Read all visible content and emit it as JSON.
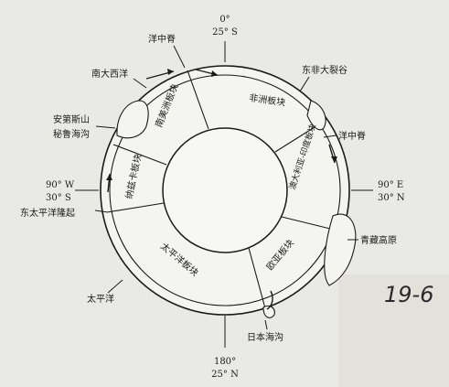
{
  "labels": {
    "top_coord_a": "0°",
    "top_coord_b": "25° S",
    "bottom_coord_a": "180°",
    "bottom_coord_b": "25° N",
    "left_coord_a": "90° W",
    "left_coord_b": "30° S",
    "right_coord_a": "90° E",
    "right_coord_b": "30° N",
    "mid_atlantic_ridge": "洋中脊",
    "south_atlantic": "南大西洋",
    "east_african_rift": "东非大裂谷",
    "andes": "安第斯山",
    "peru_trench": "秘鲁海沟",
    "east_pacific_rise": "东太平洋隆起",
    "pacific_ocean": "太平洋",
    "japan_trench": "日本海沟",
    "tibetan_plateau": "青藏高原",
    "indian_ridge": "洋中脊",
    "handwritten": "19-6"
  },
  "plates": {
    "south_american": "南美洲板块",
    "african": "非洲板块",
    "indo_australian": "澳大利亚-印度板块",
    "eurasian": "欧亚板块",
    "pacific": "太平洋板块",
    "nazca": "纳兹卡板块"
  },
  "colors": {
    "background": "#e9e9e6",
    "ink": "#1a1a1a",
    "ring_fill": "#f4f4f1"
  }
}
